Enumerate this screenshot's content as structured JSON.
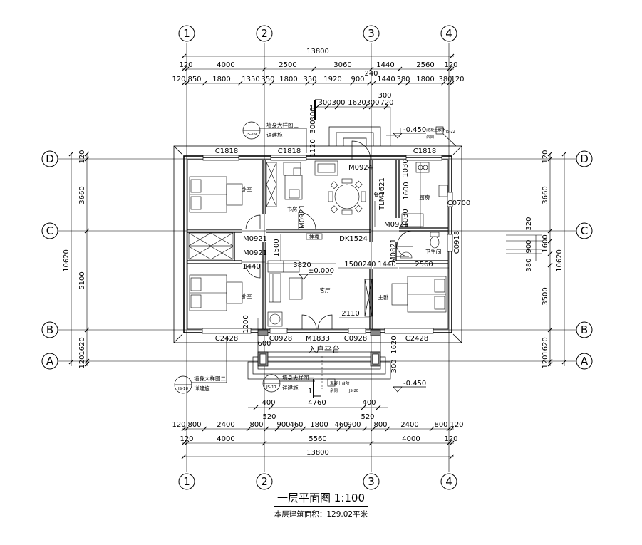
{
  "drawing": {
    "title": "一层平面图",
    "scale": "1:100",
    "area_note": "本层建筑面积：129.02平米"
  },
  "axes": {
    "vertical": [
      "1",
      "2",
      "3",
      "4"
    ],
    "horizontal": [
      "D",
      "C",
      "B",
      "A"
    ]
  },
  "dims_top": {
    "overall": "13800",
    "row2": [
      "120",
      "4000",
      "2500",
      "3060",
      "1440",
      "2560",
      "120"
    ],
    "row3": [
      "120",
      "850",
      "1800",
      "1350",
      "350",
      "1800",
      "350",
      "1920",
      "900",
      "240",
      "1440",
      "380",
      "1800",
      "380",
      "120"
    ],
    "row4": [
      "300",
      "300",
      "1620",
      "300",
      "720",
      "300"
    ],
    "entry_vertical": [
      "300",
      "300",
      "1120"
    ]
  },
  "dims_bottom": {
    "row1": [
      "400",
      "400"
    ],
    "row1_center": "4760",
    "row1b": [
      "520",
      "520"
    ],
    "row2": [
      "120",
      "800",
      "2400",
      "800",
      "900",
      "460",
      "1800",
      "460",
      "900",
      "800",
      "2400",
      "800",
      "120"
    ],
    "row3": [
      "120",
      "4000",
      "5560",
      "4000",
      "120"
    ],
    "overall": "13800"
  },
  "dims_left": {
    "inner": [
      "120",
      "3660",
      "5100",
      "1620",
      "120"
    ],
    "overall": "10620"
  },
  "dims_right": {
    "inner": [
      "120",
      "3660",
      "320",
      "1600",
      "900",
      "380",
      "3500",
      "1620",
      "120"
    ],
    "overall": "10620"
  },
  "rooms": {
    "bedroom_nw": "卧室",
    "study": "书房",
    "dining": "餐厅",
    "kitchen": "厨房",
    "bathroom": "卫生间",
    "living": "客厅",
    "bedroom_sw": "卧室",
    "master": "主卧",
    "entry_platform": "入户平台",
    "niche": "神龛"
  },
  "openings": {
    "c1818_a": "C1818",
    "c1818_b": "C1818",
    "c1818_c": "C1818",
    "m0924": "M0924",
    "tlm1621": "TLM1621",
    "m0921_study": "M0921",
    "m0921_a": "M0921",
    "m0921_b": "M0921",
    "m0921_bath": "M0921",
    "m0821": "M0821",
    "c0918": "C0918",
    "dk1524": "DK1524",
    "c2428_a": "C2428",
    "c2428_b": "C2428",
    "c0928_a": "C0928",
    "c0928_b": "C0928",
    "m1833": "M1833",
    "c0700": "C0700"
  },
  "inner_dims": {
    "d1500_v": "1500",
    "d1440_a": "1440",
    "d3820": "3820",
    "d1500_h": "1500",
    "d240": "240",
    "d1440_b": "1440",
    "d2560": "2560",
    "d2110": "2110",
    "d1200": "1200",
    "d1600_k": "1600",
    "d1030_a": "1030",
    "d1030_b": "1030",
    "d1620": "1620",
    "d300": "300",
    "d600": "600"
  },
  "levels": {
    "top": "-0.450",
    "floor": "±0.000",
    "bottom": "-0.450"
  },
  "section_mark": "1",
  "callouts": {
    "c3_title": "墙身大样图三",
    "c3_sub": "详建施",
    "c3_ref": "JS-19",
    "c2_title": "墙身大样图二",
    "c2_sub": "详建施",
    "c2_ref": "JS-18",
    "c1_title": "墙身大样图一",
    "c1_sub": "详建施",
    "c1_ref": "JS-17",
    "cs_title": "混凝土散水",
    "cs_sub": "余同",
    "cs_ref": "JS-22",
    "ct_title": "混凝土台阶",
    "ct_sub": "余同",
    "ct_ref": "JS-20"
  }
}
